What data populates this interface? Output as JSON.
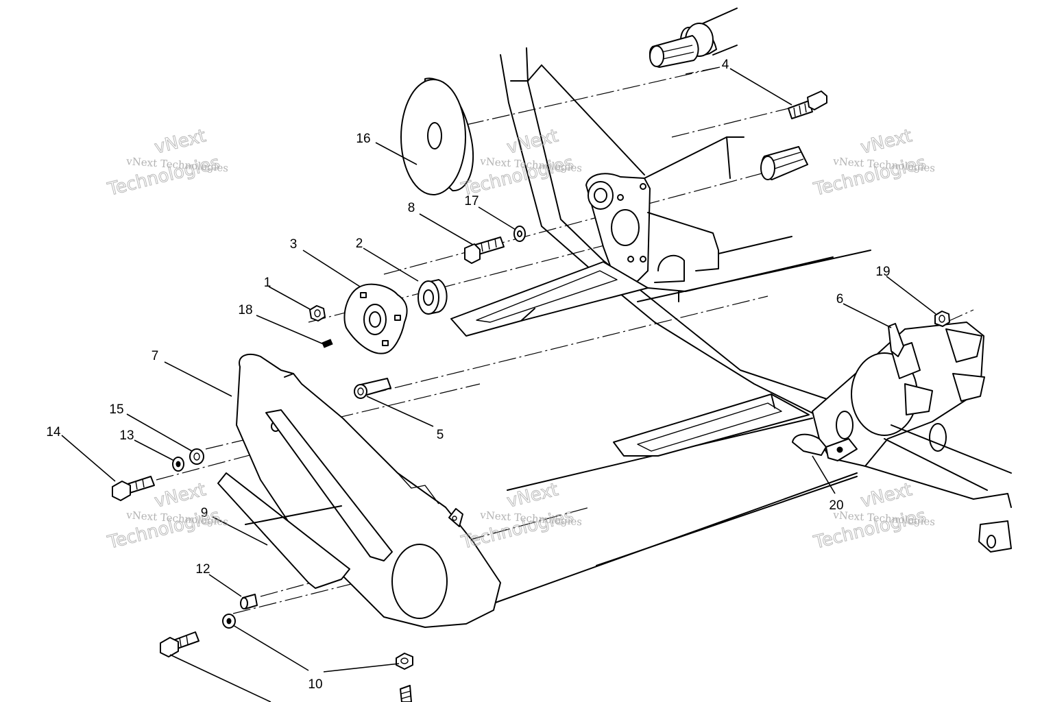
{
  "watermark": {
    "brand_short": "vNext",
    "brand_full": "vNext Technologies",
    "brand_word": "Technologies"
  },
  "callouts": [
    {
      "id": "1",
      "label": "1"
    },
    {
      "id": "2",
      "label": "2"
    },
    {
      "id": "3",
      "label": "3"
    },
    {
      "id": "4",
      "label": "4"
    },
    {
      "id": "5",
      "label": "5"
    },
    {
      "id": "6",
      "label": "6"
    },
    {
      "id": "7",
      "label": "7"
    },
    {
      "id": "8",
      "label": "8"
    },
    {
      "id": "9",
      "label": "9"
    },
    {
      "id": "10",
      "label": "10"
    },
    {
      "id": "12",
      "label": "12"
    },
    {
      "id": "13",
      "label": "13"
    },
    {
      "id": "14",
      "label": "14"
    },
    {
      "id": "15",
      "label": "15"
    },
    {
      "id": "16",
      "label": "16"
    },
    {
      "id": "17",
      "label": "17"
    },
    {
      "id": "18",
      "label": "18"
    },
    {
      "id": "19",
      "label": "19"
    },
    {
      "id": "20",
      "label": "20"
    }
  ]
}
